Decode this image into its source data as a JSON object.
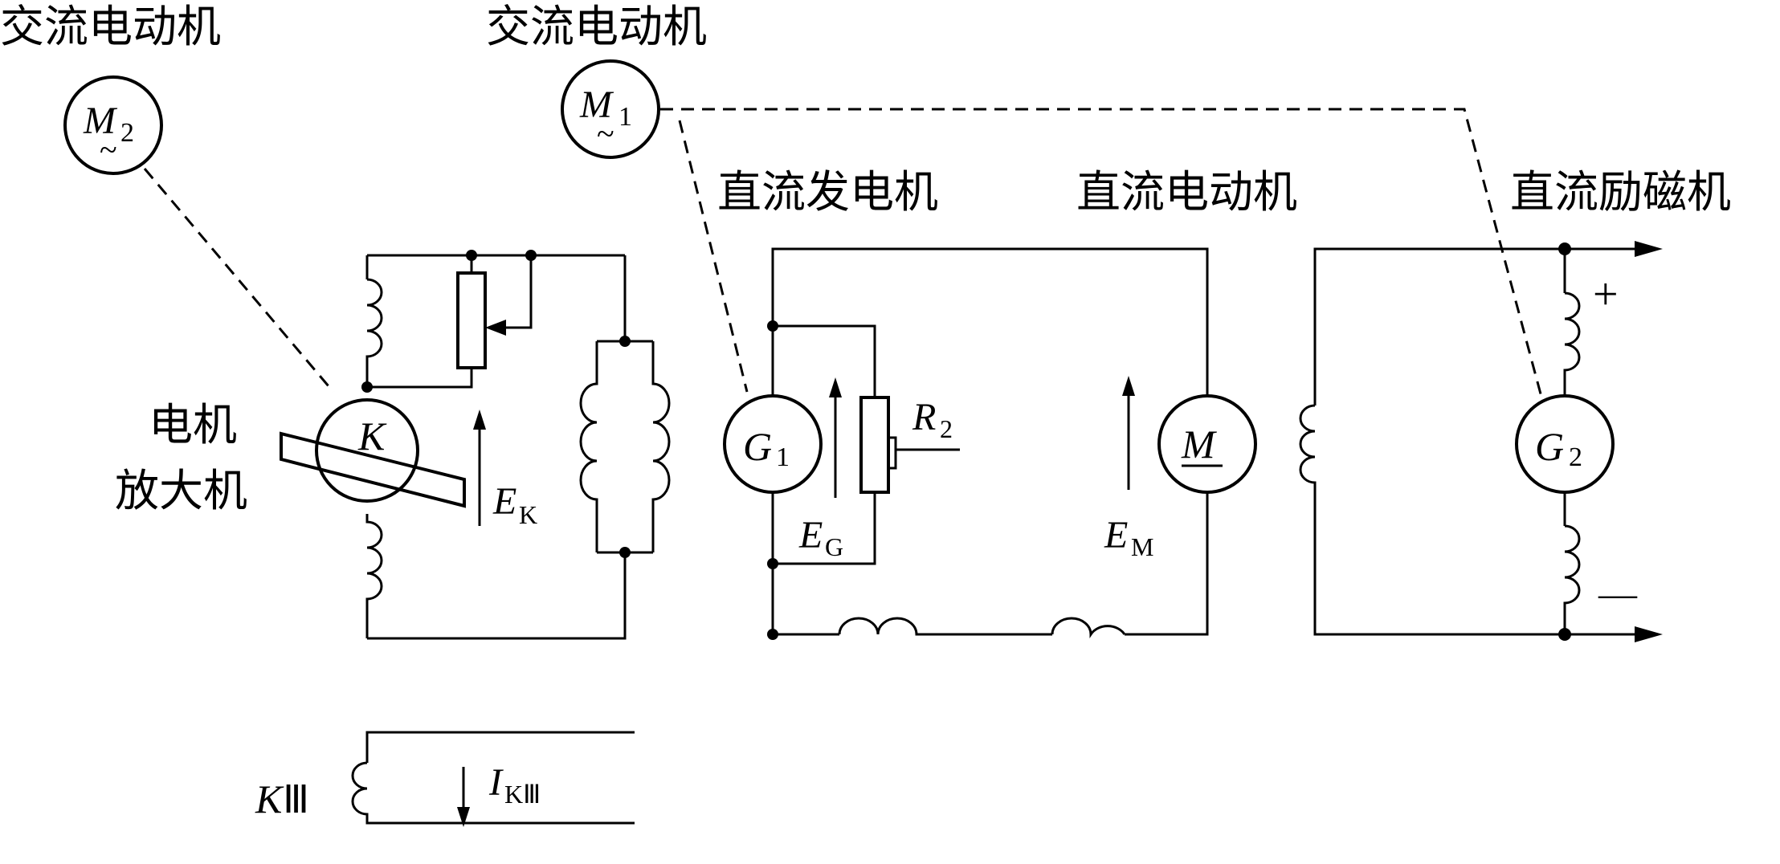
{
  "labels": {
    "ac_motor_left": "交流电动机",
    "ac_motor_top": "交流电动机",
    "dc_generator": "直流发电机",
    "dc_motor": "直流电动机",
    "dc_exciter": "直流励磁机",
    "amplidyne_line1": "电机",
    "amplidyne_line2": "放大机"
  },
  "machines": {
    "m2": {
      "letter": "M",
      "sub": "2",
      "tilde": "~"
    },
    "m1": {
      "letter": "M",
      "sub": "1",
      "tilde": "~"
    },
    "k": {
      "letter": "K"
    },
    "g1": {
      "letter": "G",
      "sub": "1"
    },
    "m": {
      "letter": "M"
    },
    "g2": {
      "letter": "G",
      "sub": "2"
    }
  },
  "quantities": {
    "ek": {
      "sym": "E",
      "sub": "K"
    },
    "eg": {
      "sym": "E",
      "sub": "G"
    },
    "em": {
      "sym": "E",
      "sub": "M"
    },
    "r2": {
      "sym": "R",
      "sub": "2"
    },
    "ikiii": {
      "sym": "I",
      "sub": "KⅢ"
    }
  },
  "winding": {
    "k3_letter": "K",
    "k3_roman": "Ⅲ"
  },
  "polarity": {
    "plus": "+",
    "minus": "—"
  }
}
